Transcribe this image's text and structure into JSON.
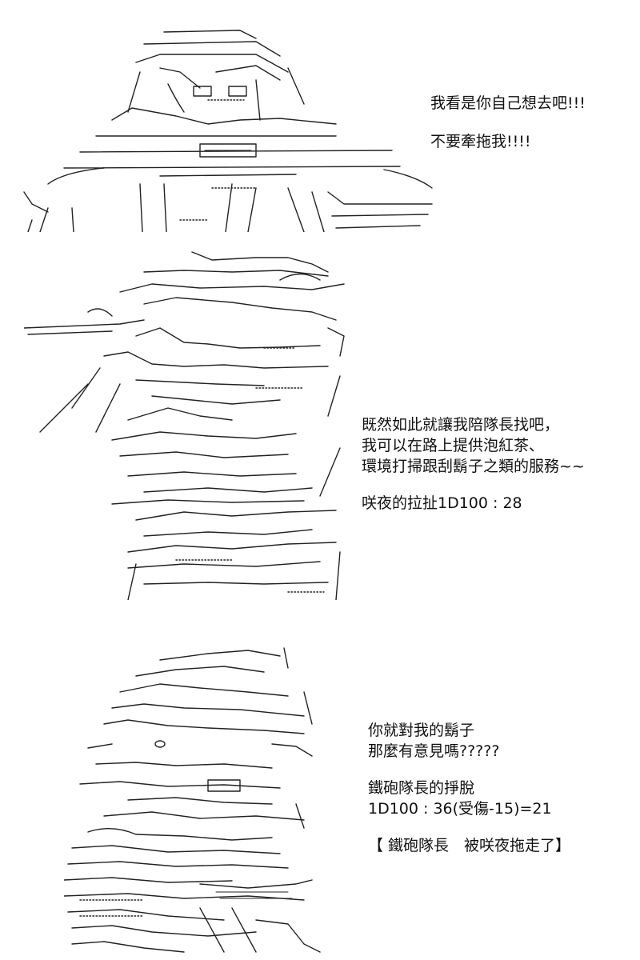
{
  "panel1": {
    "lines": [
      "我看是你自己想去吧!!!",
      "不要牽拖我!!!!"
    ],
    "art_label": "ascii-art-character-1"
  },
  "panel2": {
    "lines": [
      "既然如此就讓我陪隊長找吧，",
      "我可以在路上提供泡紅茶、",
      "環境打掃跟刮鬍子之類的服務~~"
    ],
    "roll": "咲夜的拉扯1D100 : 28",
    "art_label": "ascii-art-character-2"
  },
  "panel3": {
    "lines": [
      "你就對我的鬍子",
      "那麼有意見嗎?????"
    ],
    "roll_lines": [
      "鐵砲隊長的掙脫",
      "1D100 : 36(受傷-15)=21"
    ],
    "result": "【 鐵砲隊長　被咲夜拖走了】",
    "art_label": "ascii-art-character-3"
  }
}
